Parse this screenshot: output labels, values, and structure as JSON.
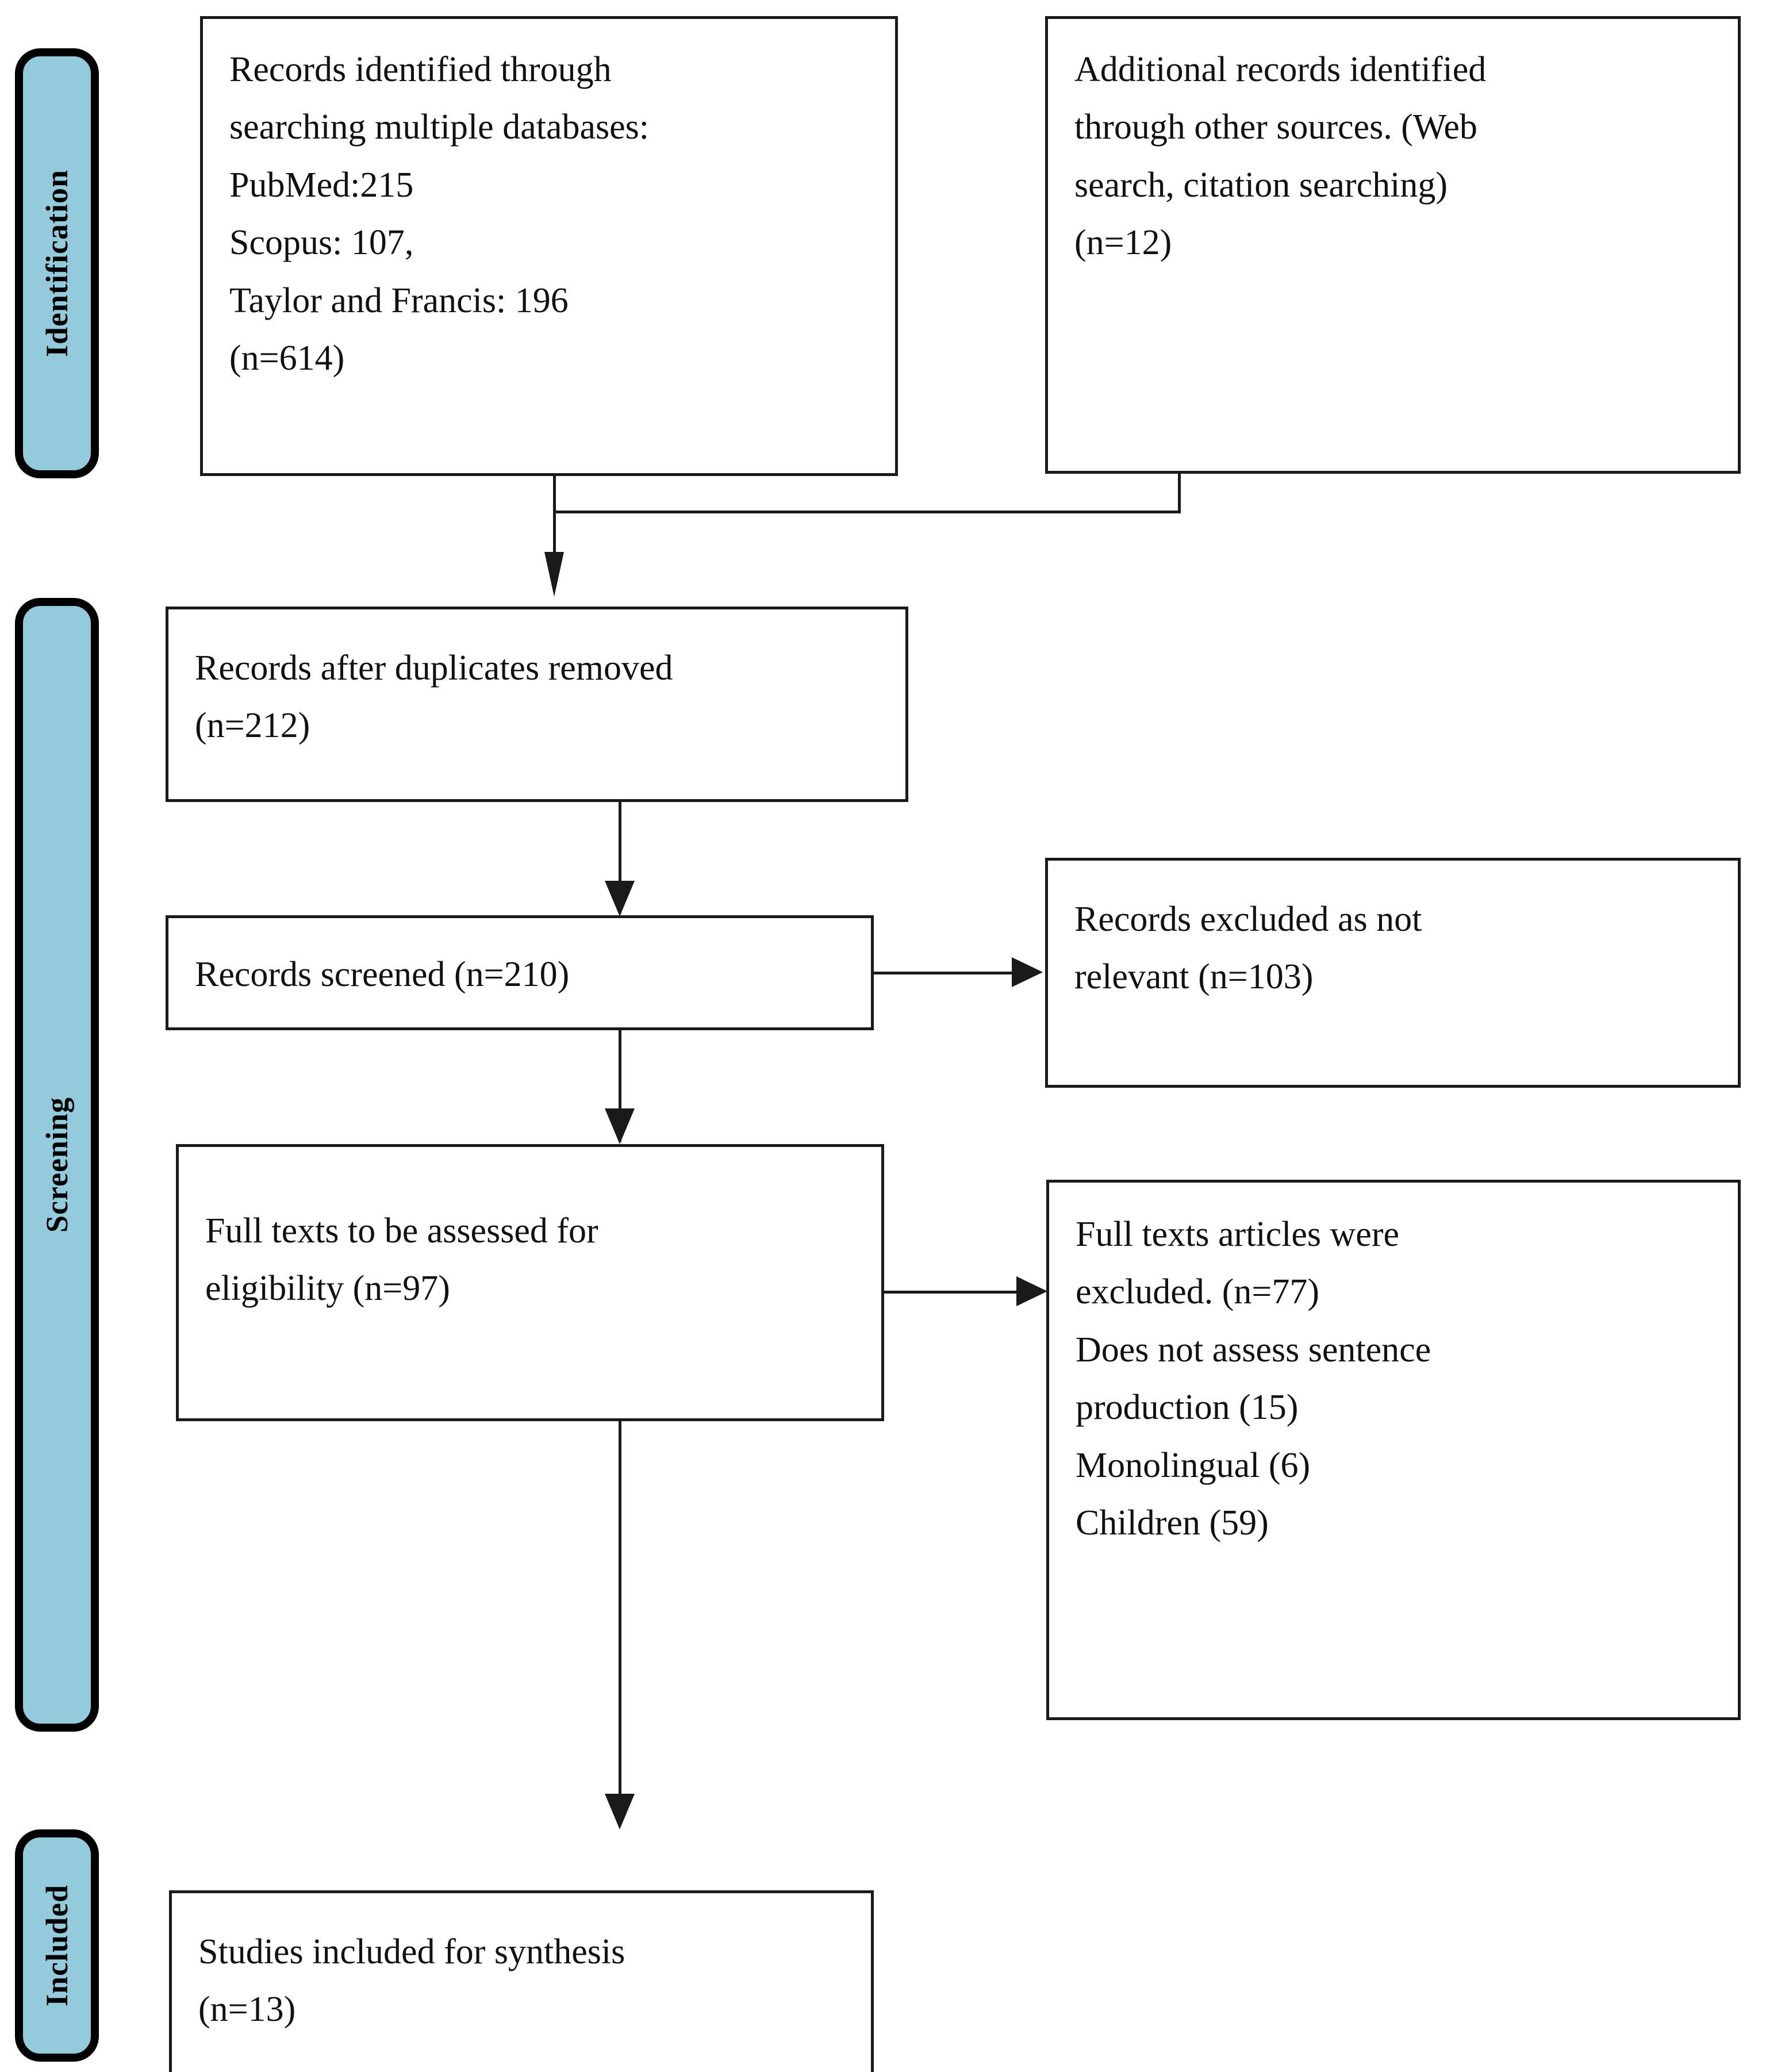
{
  "diagram": {
    "title": "PRISMA flow diagram",
    "accent_color": "#93cbdc",
    "line_color": "#1a1a1a",
    "background_color": "#ffffff"
  },
  "phases": [
    {
      "id": "identification",
      "label": "Identification"
    },
    {
      "id": "screening",
      "label": "Screening"
    },
    {
      "id": "included",
      "label": "Included"
    }
  ],
  "nodes": {
    "records_identified": {
      "lines": [
        "Records identified through",
        "searching multiple databases:",
        "PubMed:215",
        "Scopus: 107,",
        "Taylor and Francis: 196",
        "(n=614)"
      ]
    },
    "additional_records": {
      "lines": [
        "Additional records identified",
        "through other sources. (Web",
        "search, citation searching)",
        " (n=12)"
      ]
    },
    "duplicates_removed": {
      "lines": [
        "Records after duplicates removed",
        "(n=212)"
      ]
    },
    "records_screened": {
      "lines": [
        "Records screened (n=210)"
      ]
    },
    "records_excluded": {
      "lines": [
        "Records excluded as not",
        "relevant (n=103)"
      ]
    },
    "fulltext_assessed": {
      "lines": [
        "Full texts to be assessed for",
        "eligibility (n=97)"
      ]
    },
    "fulltext_excluded": {
      "lines": [
        "Full texts articles were",
        "excluded. (n=77)",
        "Does not assess sentence",
        "production (15)",
        "Monolingual (6)",
        "Children (59)"
      ]
    },
    "studies_included": {
      "lines": [
        "Studies included for synthesis",
        "(n=13)"
      ]
    }
  },
  "chart_data": {
    "type": "flowchart",
    "title": "PRISMA flow diagram",
    "phases": [
      "Identification",
      "Screening",
      "Included"
    ],
    "counts": {
      "pubmed": 215,
      "scopus": 107,
      "taylor_and_francis": 196,
      "records_identified_total": 614,
      "additional_records_other_sources": 12,
      "records_after_duplicates_removed": 212,
      "records_screened": 210,
      "records_excluded_not_relevant": 103,
      "full_texts_assessed_for_eligibility": 97,
      "full_texts_excluded_total": 77,
      "excluded_does_not_assess_sentence_production": 15,
      "excluded_monolingual": 6,
      "excluded_children": 59,
      "studies_included_for_synthesis": 13
    },
    "edges": [
      {
        "from": "records_identified",
        "to": "duplicates_removed"
      },
      {
        "from": "additional_records",
        "to": "duplicates_removed"
      },
      {
        "from": "duplicates_removed",
        "to": "records_screened"
      },
      {
        "from": "records_screened",
        "to": "records_excluded"
      },
      {
        "from": "records_screened",
        "to": "fulltext_assessed"
      },
      {
        "from": "fulltext_assessed",
        "to": "fulltext_excluded"
      },
      {
        "from": "fulltext_assessed",
        "to": "studies_included"
      }
    ]
  }
}
